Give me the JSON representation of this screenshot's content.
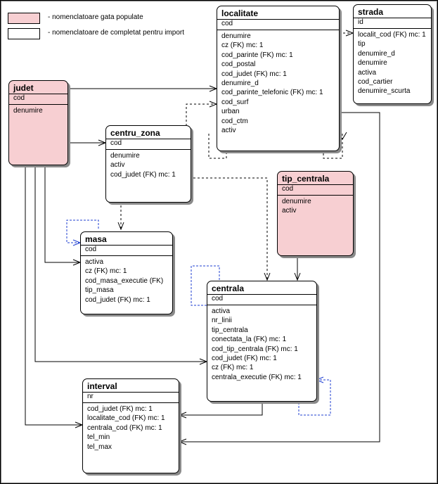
{
  "legend": {
    "populated": {
      "label": "- nomenclatoare gata populate",
      "color": "#f7cfd2"
    },
    "to_complete": {
      "label": "- nomenclatoare de completat pentru import",
      "color": "#ffffff"
    }
  },
  "entities": {
    "localitate": {
      "title": "localitate",
      "pk": "cod",
      "attrs": [
        "denumire",
        "cz (FK) mc: 1",
        "cod_parinte (FK) mc: 1",
        "cod_postal",
        "cod_judet (FK) mc: 1",
        "denumire_d",
        "cod_parinte_telefonic (FK) mc: 1",
        "cod_surf",
        "urban",
        "cod_ctm",
        "activ"
      ]
    },
    "strada": {
      "title": "strada",
      "pk": "id",
      "attrs": [
        "localit_cod (FK) mc: 1",
        "tip",
        "denumire_d",
        "denumire",
        "activa",
        "cod_cartier",
        "denumire_scurta"
      ]
    },
    "judet": {
      "title": "judet",
      "pk": "cod",
      "attrs": [
        "denumire"
      ]
    },
    "centru_zona": {
      "title": "centru_zona",
      "pk": "cod",
      "attrs": [
        "denumire",
        "activ",
        "cod_judet (FK) mc: 1"
      ]
    },
    "tip_centrala": {
      "title": "tip_centrala",
      "pk": "cod",
      "attrs": [
        "denumire",
        "activ"
      ]
    },
    "masa": {
      "title": "masa",
      "pk": "cod",
      "attrs": [
        "activa",
        "cz (FK) mc: 1",
        "cod_masa_executie (FK)",
        "tip_masa",
        "cod_judet (FK) mc: 1"
      ]
    },
    "centrala": {
      "title": "centrala",
      "pk": "cod",
      "attrs": [
        "activa",
        "nr_linii",
        "tip_centrala",
        "conectata_la (FK) mc: 1",
        "cod_tip_centrala (FK) mc: 1",
        "cod_judet (FK) mc: 1",
        "cz (FK) mc: 1",
        "centrala_executie (FK) mc: 1"
      ]
    },
    "interval": {
      "title": "interval",
      "pk": "nr",
      "attrs": [
        "cod_judet (FK) mc: 1",
        "localitate_cod (FK) mc: 1",
        "centrala_cod (FK) mc: 1",
        "tel_min",
        "tel_max"
      ]
    }
  },
  "colors": {
    "line": "#000000",
    "self_ref": "#1f3fd0",
    "shadow": "#8a8a8a"
  }
}
